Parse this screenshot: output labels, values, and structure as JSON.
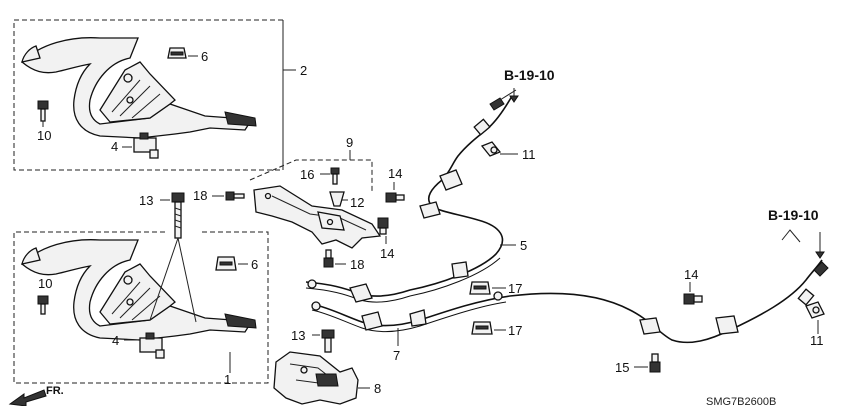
{
  "callouts": {
    "c1": "1",
    "c2": "2",
    "c4a": "4",
    "c4b": "4",
    "c5": "5",
    "c6a": "6",
    "c6b": "6",
    "c7": "7",
    "c8": "8",
    "c9": "9",
    "c10a": "10",
    "c10b": "10",
    "c11a": "11",
    "c11b": "11",
    "c12": "12",
    "c13a": "13",
    "c13b": "13",
    "c14a": "14",
    "c14b": "14",
    "c14c": "14",
    "c15": "15",
    "c16": "16",
    "c17a": "17",
    "c17b": "17",
    "c18a": "18",
    "c18b": "18"
  },
  "references": {
    "ref_top": "B-19-10",
    "ref_right": "B-19-10"
  },
  "front_marker": "FR.",
  "diagram_code": "SMG7B2600B"
}
